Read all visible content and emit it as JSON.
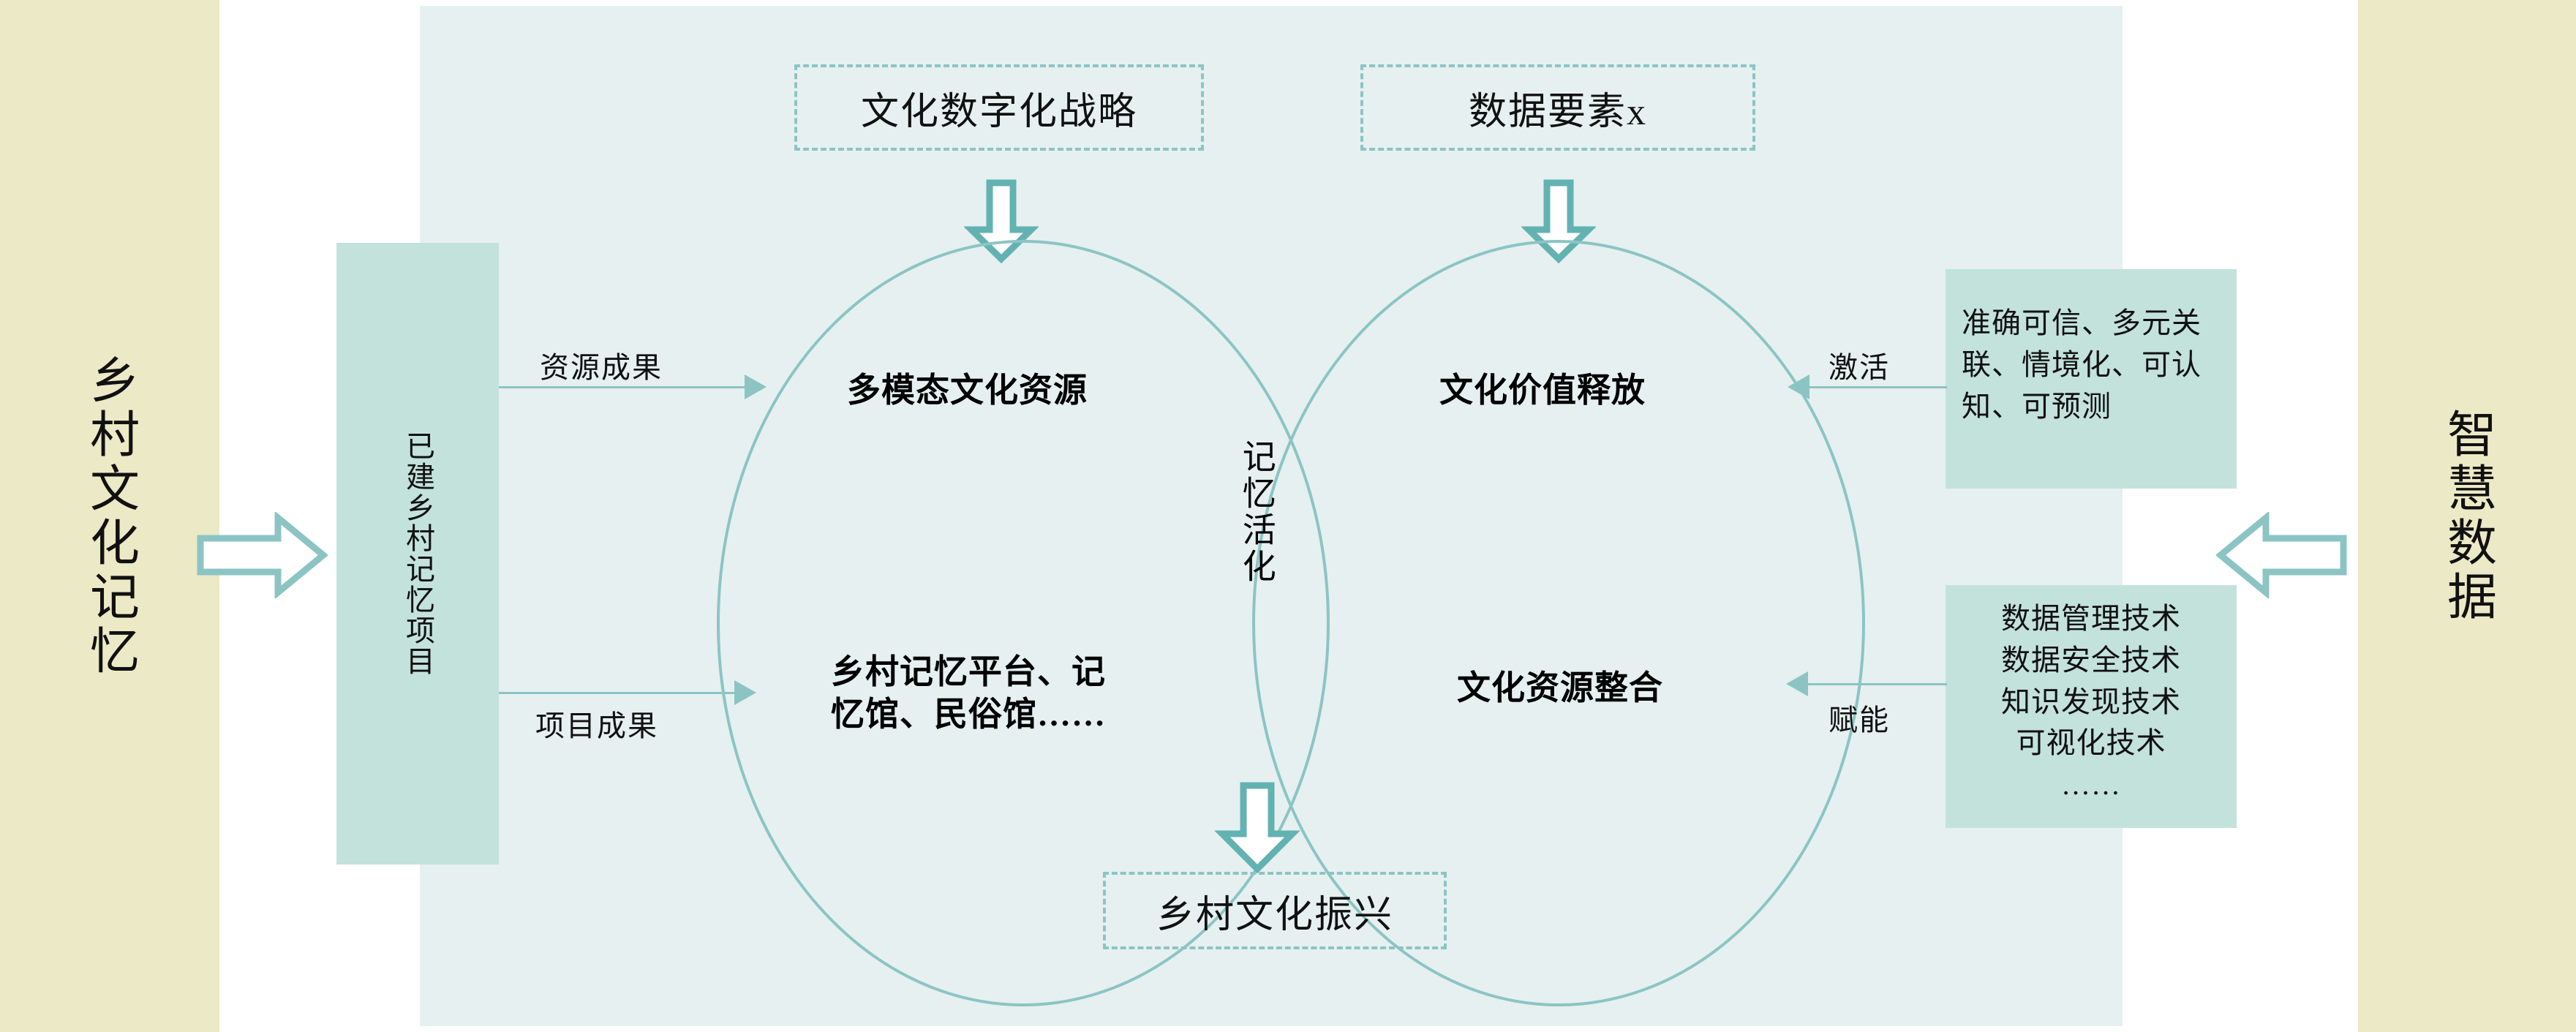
{
  "palette": {
    "banner_bg": "#ece9c6",
    "panel_bg": "#e6f0f0",
    "teal_line": "#8cc4c4",
    "fill_box": "#c3e2dc",
    "text": "#111111",
    "page_bg": "#ffffff"
  },
  "banners": {
    "left": {
      "label": "乡村文化记忆"
    },
    "right": {
      "label": "智慧数据"
    }
  },
  "top_boxes": [
    {
      "label": "文化数字化战略"
    },
    {
      "label": "数据要素x"
    }
  ],
  "bottom_box": {
    "label": "乡村文化振兴"
  },
  "left_project_box": {
    "label": "已建乡村记忆项目"
  },
  "right_boxes": [
    {
      "label": "准确可信、多元关联、情境化、可认知、可预测"
    },
    {
      "label": "数据管理技术\n数据安全技术\n知识发现技术\n可视化技术\n……"
    }
  ],
  "circles": {
    "left": {
      "top_label": "多模态文化资源",
      "bottom_label": "乡村记忆平台、记\n忆馆、民俗馆……"
    },
    "right": {
      "top_label": "文化价值释放",
      "bottom_label": "文化资源整合"
    },
    "overlap": {
      "label": "记忆活化"
    }
  },
  "edge_labels": {
    "left_top": "资源成果",
    "left_bottom": "项目成果",
    "right_top": "激活",
    "right_bottom": "赋能"
  },
  "icons": {
    "inflow_left": "block-arrow-right-icon",
    "inflow_right": "block-arrow-left-icon",
    "strategy_down": "block-arrow-down-icon",
    "dataelement_down": "block-arrow-down-icon",
    "outcome_down": "block-arrow-down-icon"
  }
}
